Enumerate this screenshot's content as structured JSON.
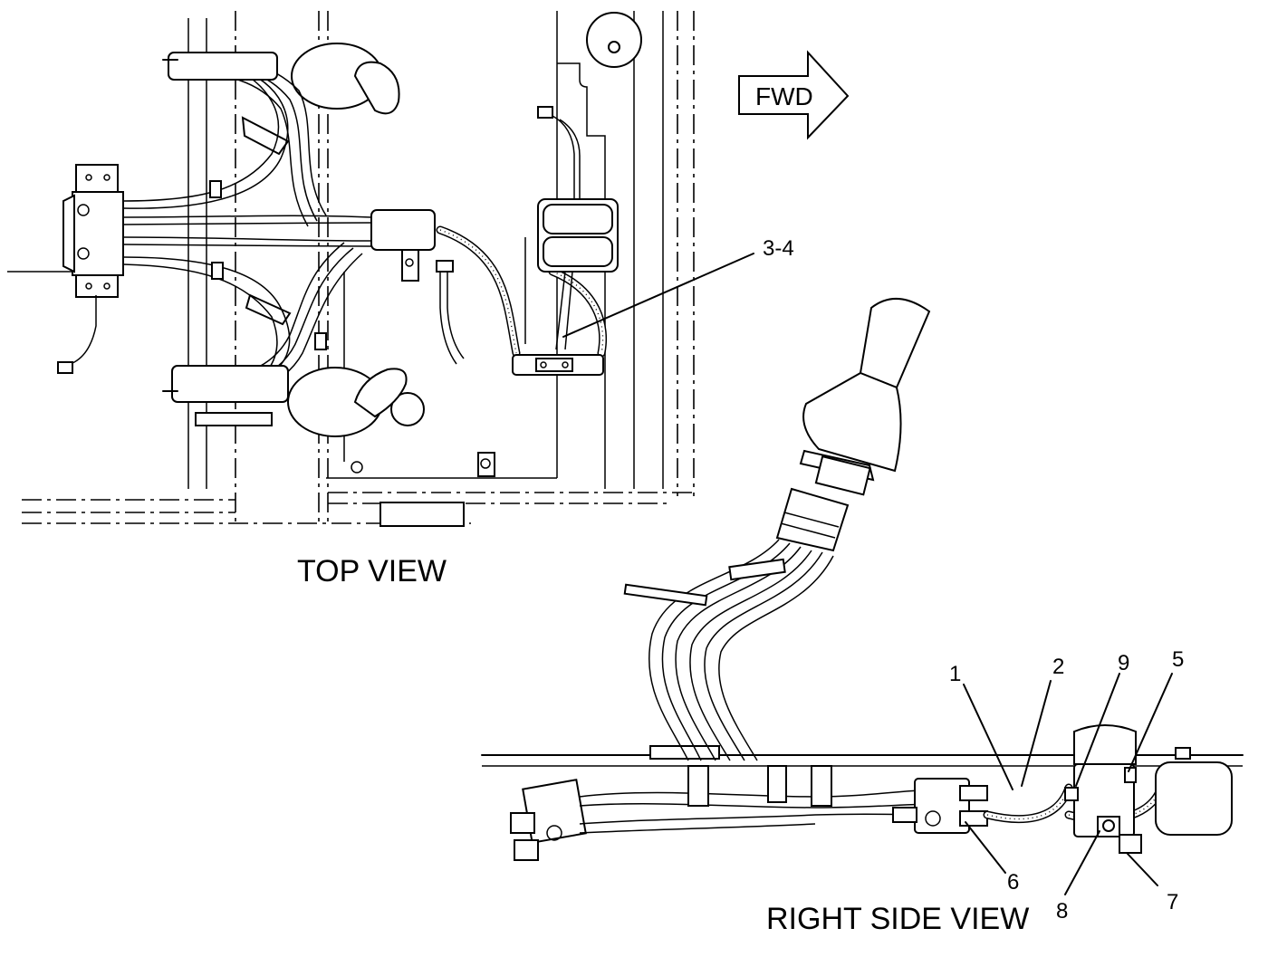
{
  "views": {
    "top": {
      "label": "TOP VIEW"
    },
    "right_side": {
      "label": "RIGHT SIDE VIEW"
    }
  },
  "direction_arrow": {
    "label": "FWD"
  },
  "callouts": {
    "c34": "3-4",
    "c1": "1",
    "c2": "2",
    "c9": "9",
    "c5": "5",
    "c6": "6",
    "c8": "8",
    "c7": "7"
  }
}
